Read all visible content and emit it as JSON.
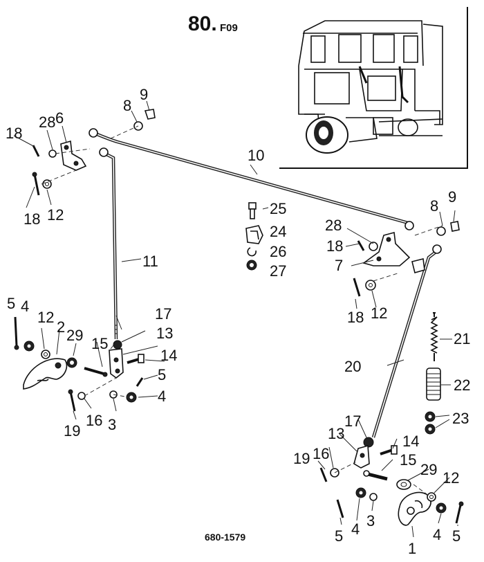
{
  "header": {
    "page_number": "80.",
    "section_code": "F09"
  },
  "footer": {
    "reference": "680-1579"
  },
  "labels": {
    "l1": "1",
    "l2": "2",
    "l3a": "3",
    "l3b": "3",
    "l4a": "4",
    "l4b": "4",
    "l4c": "4",
    "l5a": "5",
    "l5b": "5",
    "l5c": "5",
    "l5d": "5",
    "l6": "6",
    "l7": "7",
    "l8a": "8",
    "l8b": "8",
    "l9a": "9",
    "l9b": "9",
    "l10": "10",
    "l11": "11",
    "l12a": "12",
    "l12b": "12",
    "l12c": "12",
    "l12d": "12",
    "l13a": "13",
    "l13b": "13",
    "l14a": "14",
    "l14b": "14",
    "l15a": "15",
    "l15b": "15",
    "l16a": "16",
    "l16b": "16",
    "l17a": "17",
    "l17b": "17",
    "l18a": "18",
    "l18b": "18",
    "l18c": "18",
    "l18d": "18",
    "l19a": "19",
    "l19b": "19",
    "l20": "20",
    "l21": "21",
    "l22": "22",
    "l23": "23",
    "l24": "24",
    "l25": "25",
    "l26": "26",
    "l27": "27",
    "l28a": "28",
    "l28b": "28",
    "l29a": "29",
    "l29b": "29"
  }
}
